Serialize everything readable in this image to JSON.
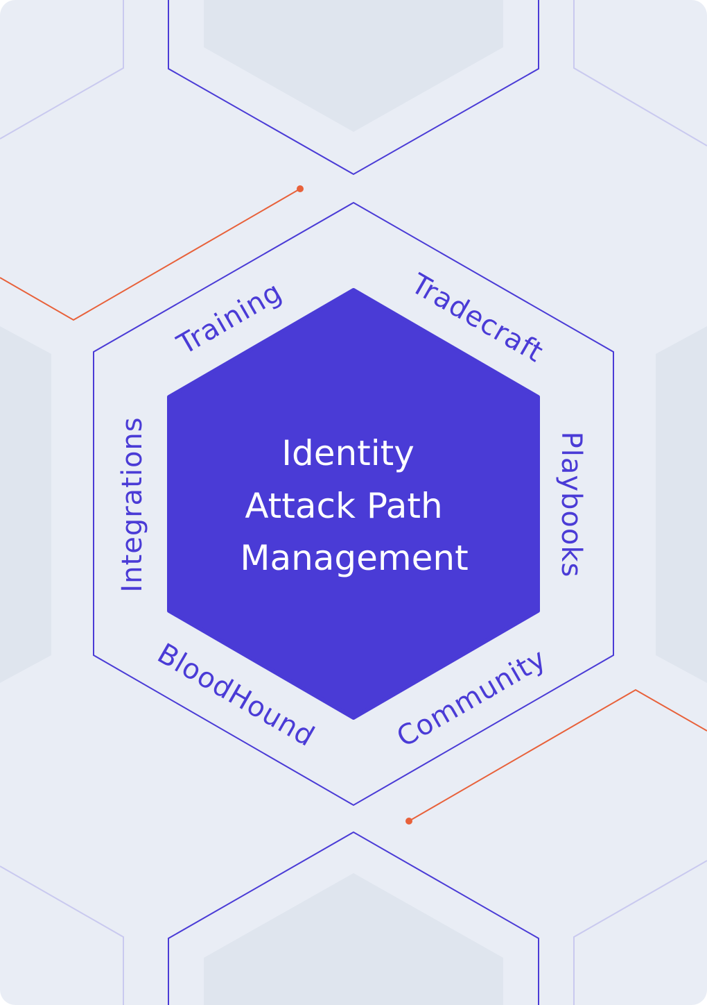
{
  "center": {
    "lines": [
      "Identity",
      "Attack Path",
      "Management"
    ]
  },
  "edges": {
    "training": "Training",
    "tradecraft": "Tradecraft",
    "playbooks": "Playbooks",
    "community": "Community",
    "bloodhound": "BloodHound",
    "integrations": "Integrations"
  },
  "colors": {
    "background": "#e9edf5",
    "tile": "#dfe5ee",
    "accent": "#4a3bd6",
    "outline": "#4a3bd6",
    "faint_outline": "#c9c9ef",
    "connector": "#e8613a",
    "center_text": "#ffffff"
  }
}
